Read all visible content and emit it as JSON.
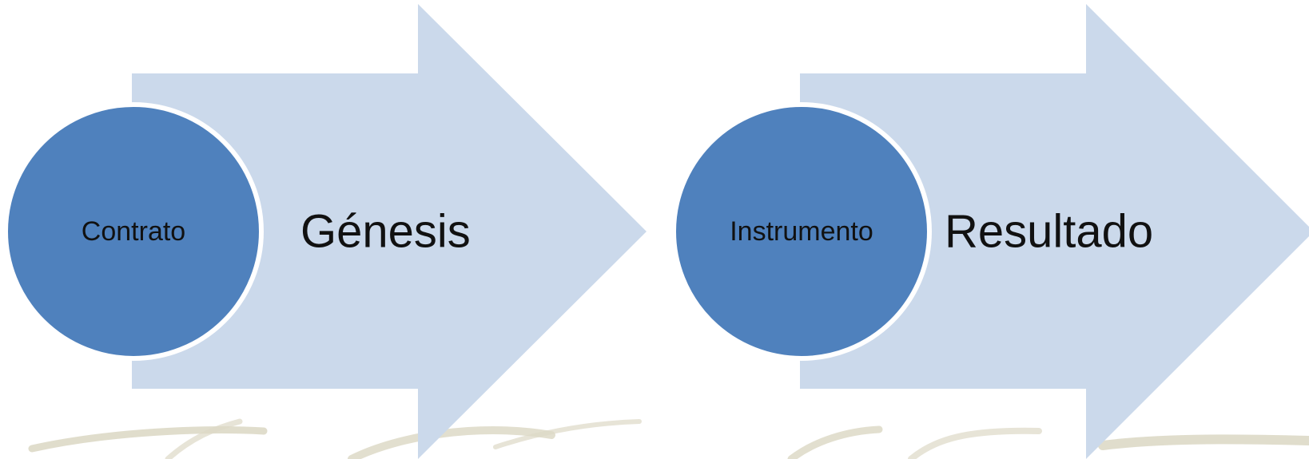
{
  "colors": {
    "arrow_fill": "#cbd9eb",
    "circle_fill": "#4f81bd",
    "circle_outline": "#ffffff",
    "swirl": "#d8d4bf",
    "text": "#111111"
  },
  "steps": [
    {
      "circle_label": "Contrato",
      "arrow_label": "Génesis"
    },
    {
      "circle_label": "Instrumento",
      "arrow_label": "Resultado"
    }
  ],
  "decoration": {
    "icon": "decorative-swirl-icon"
  }
}
